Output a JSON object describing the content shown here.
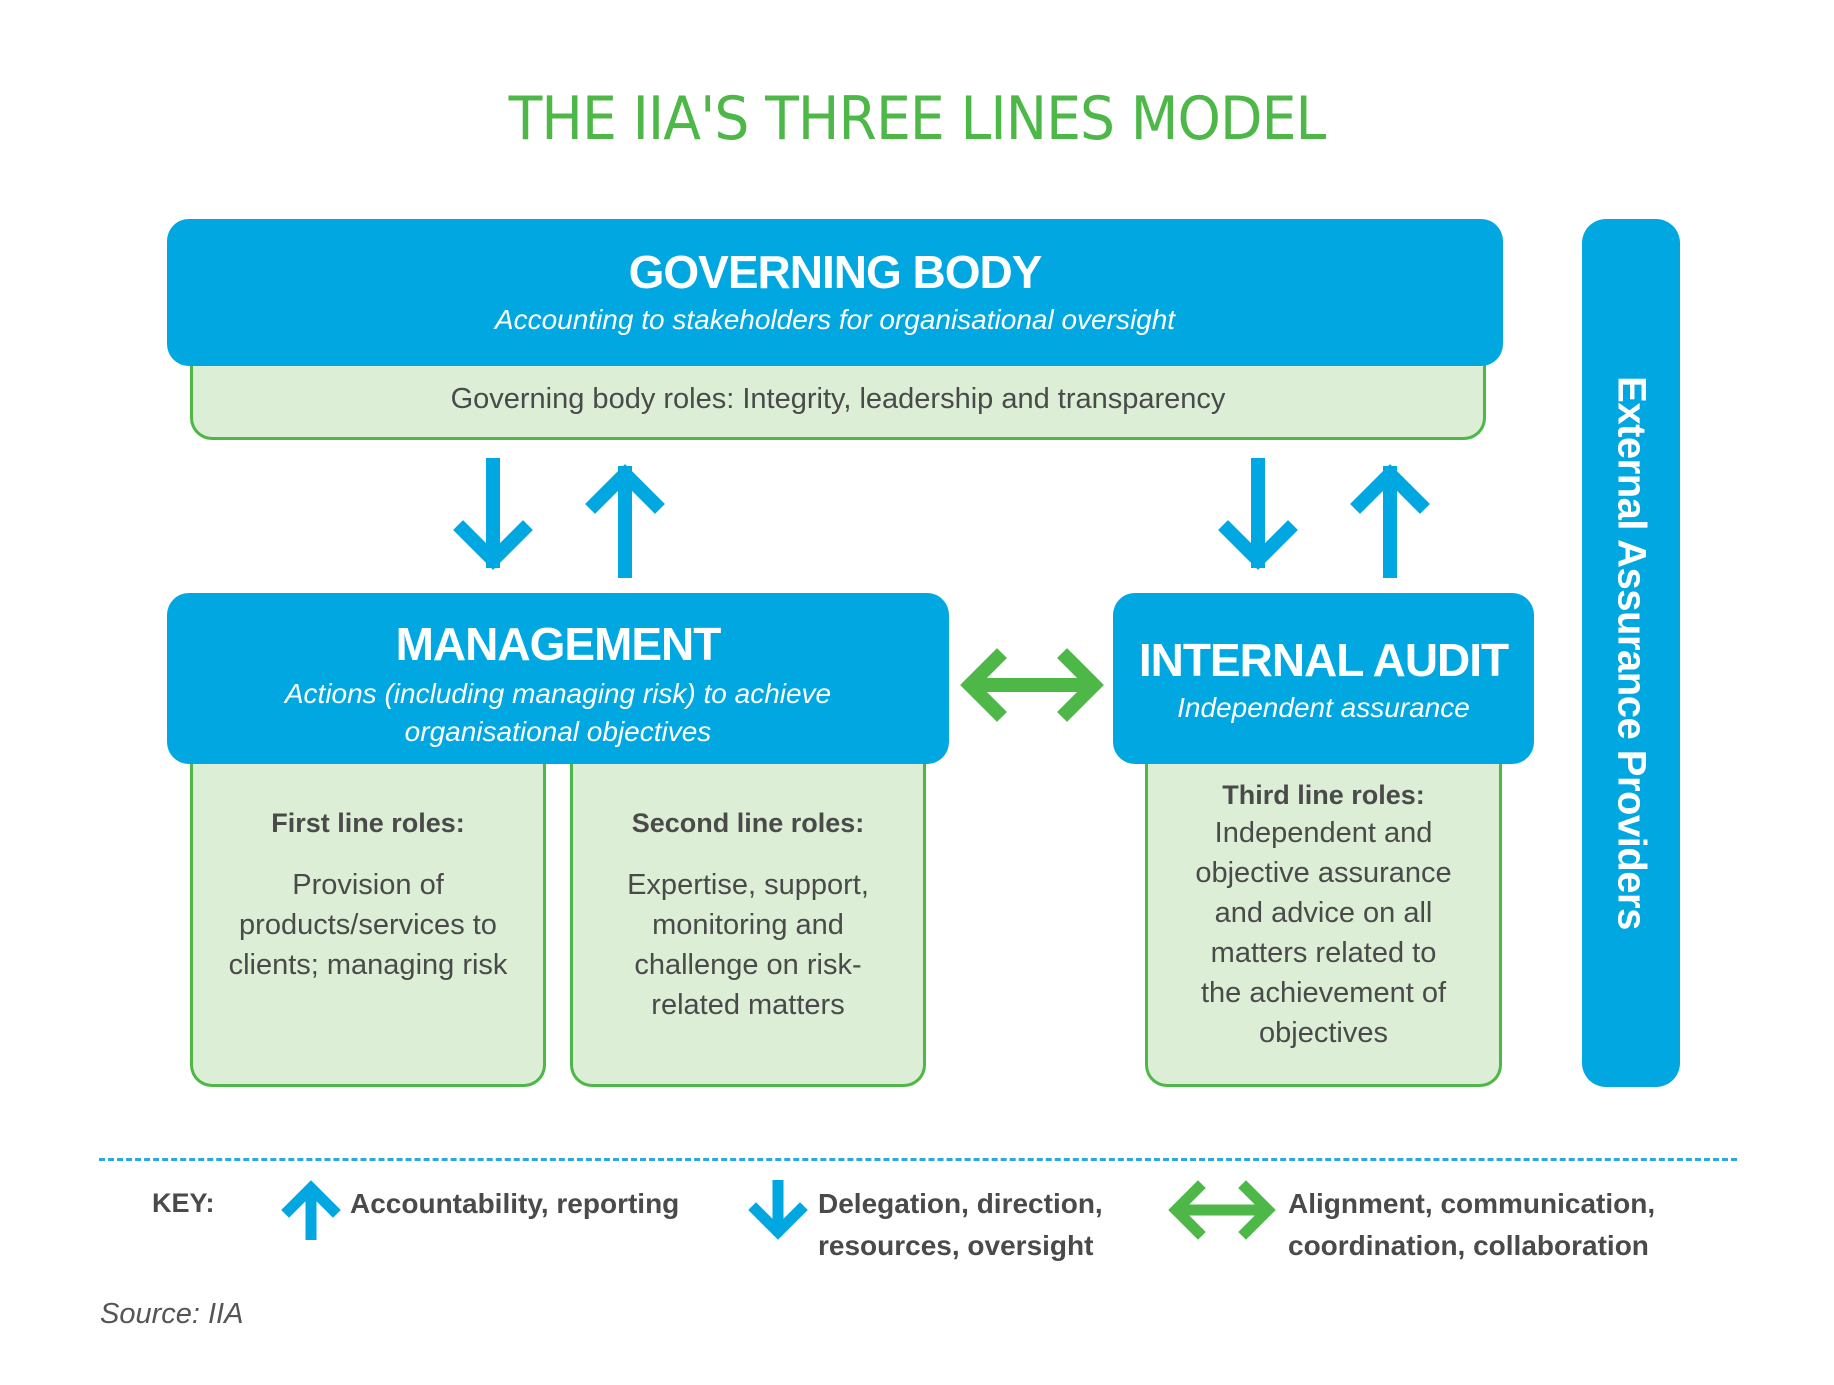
{
  "title": "THE IIA'S THREE LINES MODEL",
  "governing_body": {
    "heading": "GOVERNING BODY",
    "subtitle": "Accounting to stakeholders for organisational oversight",
    "roles": "Governing body roles:  Integrity, leadership and transparency"
  },
  "management": {
    "heading": "MANAGEMENT",
    "subtitle_line1": "Actions (including managing risk) to achieve",
    "subtitle_line2": "organisational objectives",
    "first_line": {
      "heading": "First line roles:",
      "body": [
        "Provision of",
        "products/services to",
        "clients; managing risk"
      ]
    },
    "second_line": {
      "heading": "Second line roles:",
      "body": [
        "Expertise, support,",
        "monitoring and",
        "challenge on risk-",
        "related matters"
      ]
    }
  },
  "internal_audit": {
    "heading": "INTERNAL AUDIT",
    "subtitle": "Independent assurance",
    "third_line": {
      "heading": "Third line roles:",
      "body": [
        "Independent and",
        "objective assurance",
        "and advice on all",
        "matters related to",
        "the achievement of",
        "objectives"
      ]
    }
  },
  "external": {
    "label": "External Assurance Providers"
  },
  "key": {
    "label": "KEY:",
    "items": [
      {
        "icon": "arrow-up-icon",
        "lines": [
          "Accountability, reporting"
        ]
      },
      {
        "icon": "arrow-down-icon",
        "lines": [
          "Delegation, direction,",
          "resources, oversight"
        ]
      },
      {
        "icon": "double-arrow-icon",
        "lines": [
          "Alignment, communication,",
          "coordination, collaboration"
        ]
      }
    ]
  },
  "source": "Source: IIA",
  "colors": {
    "blue": "#00A7E1",
    "green": "#4DB848",
    "light_green": "#DCEED6",
    "text": "#4A4A4A"
  }
}
